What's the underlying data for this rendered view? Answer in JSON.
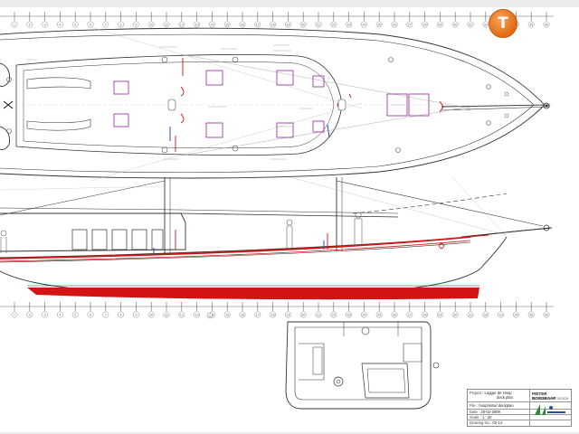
{
  "viewer": {
    "background": "#e9e9e9",
    "logo_glyph": "T",
    "logo_color": "#e06b12"
  },
  "colors": {
    "line": "#333333",
    "hull_red": "#d41414",
    "cabin_mark": "#a03ca8",
    "dim_text": "#999999"
  },
  "scale_ruler": {
    "labels": [
      "1",
      "2",
      "3",
      "4",
      "5",
      "6",
      "7",
      "8",
      "9",
      "10",
      "11",
      "12",
      "13",
      "14",
      "15",
      "16",
      "17",
      "18",
      "19",
      "20",
      "21",
      "22",
      "23",
      "24",
      "25",
      "26",
      "27",
      "28",
      "29",
      "30",
      "31",
      "32",
      "33",
      "34",
      "35",
      "36"
    ]
  },
  "title_block": {
    "project_label": "Project :",
    "project_value": "Logger de Hoop",
    "project_sub": "deck plan",
    "file_label": "File :",
    "file_value": "hoop/ontw/ deckplan",
    "date_label": "Date :",
    "date_value": "20-02-2009",
    "scale_label": "Scale :",
    "scale_value": "1 : 20",
    "drawing_no_label": "Drawing No.:",
    "drawing_no_value": "02-14",
    "designer": "PIETER BOSGRAAF",
    "designer_sub": "YACHT AND BOAT DESIGN"
  },
  "midmark": "0"
}
